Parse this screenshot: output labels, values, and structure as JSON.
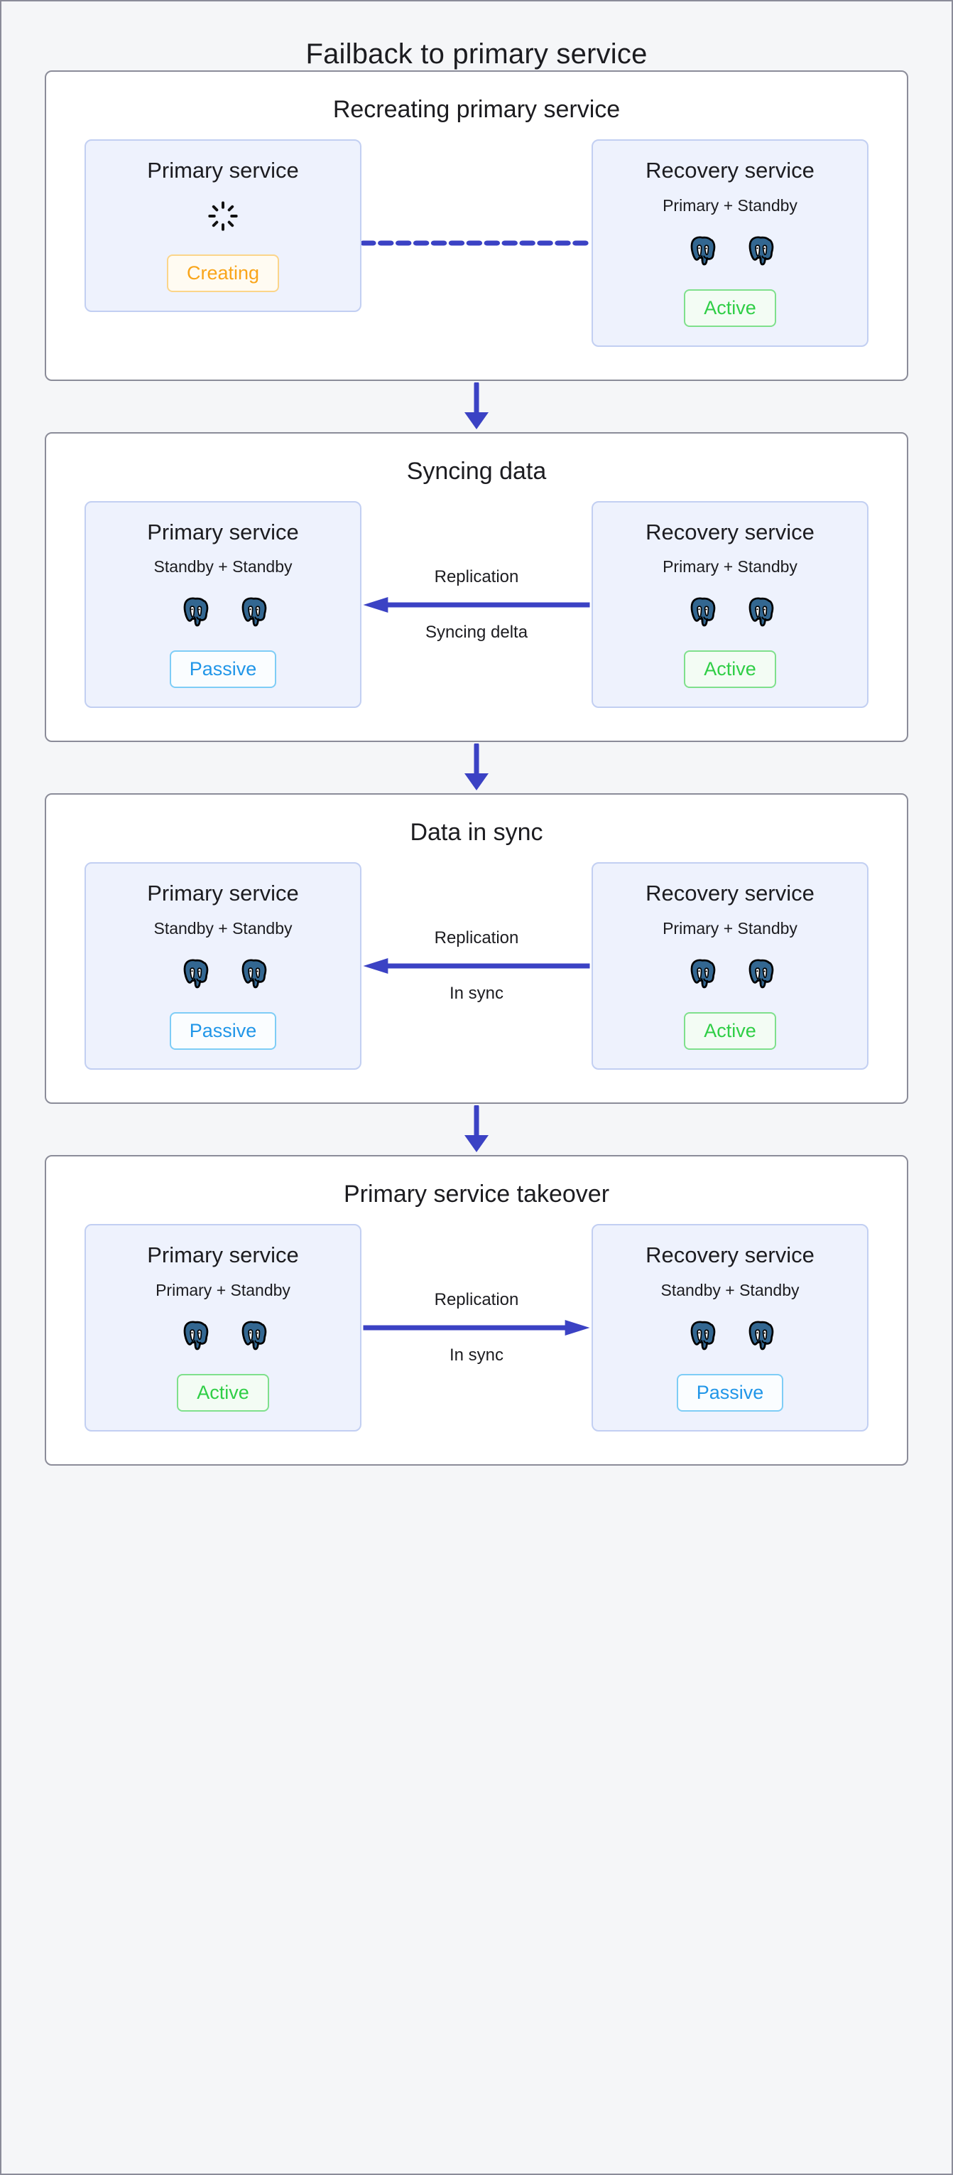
{
  "page": {
    "title": "Failback to primary service",
    "background_color": "#f5f6f8",
    "accent_color": "#3b42c4"
  },
  "status_colors": {
    "active": "#2fce46",
    "passive": "#2196e8",
    "creating": "#f9a51a"
  },
  "stages": [
    {
      "title": "Recreating primary service",
      "left": {
        "name": "Primary service",
        "roles": "",
        "nodes": 0,
        "spinner": true,
        "status": "Creating",
        "status_kind": "creating"
      },
      "connector": {
        "style": "dashed",
        "direction": "none",
        "top_label": "",
        "bottom_label": ""
      },
      "right": {
        "name": "Recovery service",
        "roles": "Primary + Standby",
        "nodes": 2,
        "spinner": false,
        "status": "Active",
        "status_kind": "active"
      }
    },
    {
      "title": "Syncing data",
      "left": {
        "name": "Primary service",
        "roles": "Standby + Standby",
        "nodes": 2,
        "spinner": false,
        "status": "Passive",
        "status_kind": "passive"
      },
      "connector": {
        "style": "solid",
        "direction": "left",
        "top_label": "Replication",
        "bottom_label": "Syncing delta"
      },
      "right": {
        "name": "Recovery service",
        "roles": "Primary + Standby",
        "nodes": 2,
        "spinner": false,
        "status": "Active",
        "status_kind": "active"
      }
    },
    {
      "title": "Data in sync",
      "left": {
        "name": "Primary service",
        "roles": "Standby + Standby",
        "nodes": 2,
        "spinner": false,
        "status": "Passive",
        "status_kind": "passive"
      },
      "connector": {
        "style": "solid",
        "direction": "left",
        "top_label": "Replication",
        "bottom_label": "In sync"
      },
      "right": {
        "name": "Recovery service",
        "roles": "Primary + Standby",
        "nodes": 2,
        "spinner": false,
        "status": "Active",
        "status_kind": "active"
      }
    },
    {
      "title": "Primary service takeover",
      "left": {
        "name": "Primary service",
        "roles": "Primary + Standby",
        "nodes": 2,
        "spinner": false,
        "status": "Active",
        "status_kind": "active"
      },
      "connector": {
        "style": "solid",
        "direction": "right",
        "top_label": "Replication",
        "bottom_label": "In sync"
      },
      "right": {
        "name": "Recovery service",
        "roles": "Standby + Standby",
        "nodes": 2,
        "spinner": false,
        "status": "Passive",
        "status_kind": "passive"
      }
    }
  ],
  "icons": {
    "node": "postgresql-elephant-icon",
    "spinner": "loading-spinner-icon",
    "step": "down-arrow-icon"
  }
}
